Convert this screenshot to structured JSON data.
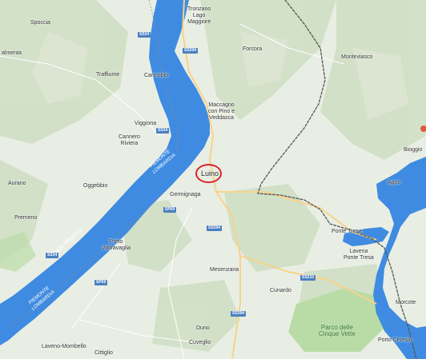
{
  "map": {
    "colors": {
      "land": "#e9eee4",
      "hills": "#cfdec4",
      "water": "#3f8be1",
      "park": "#b9dca7",
      "border": "#555555",
      "highlight": "#d9262a",
      "shield": "#4a7fc0"
    },
    "highlighted_place": "Luino",
    "places": {
      "spoccia": "Spoccia",
      "tronzano": "Tronzano\nLago\nMaggiore",
      "forcora": "Forcora",
      "montevasco": "Monteviasco",
      "almenta": "almenta",
      "trarfiume": "Traffiume",
      "cannobio": "Cannobio",
      "maccagno": "Maccagno\ncon Pino e\nVeddasca",
      "viggiona": "Viggiona",
      "cannero": "Cannero\nRiviera",
      "bioggio": "Bioggio",
      "aurano": "Aurano",
      "oggebbio": "Oggebbio",
      "germignaga": "Germignaga",
      "agno": "Agno",
      "premeno": "Premeno",
      "ponte_tresa": "Ponte Tresa",
      "porto_valtravaglia": "Porto\nValtravaglia",
      "lavena_ponte_tresa": "Lavena\nPonte Tresa",
      "mesenzana": "Mesenzana",
      "cunardo": "Cunardo",
      "morcote": "Morcote",
      "duno": "Duno",
      "cuveglio": "Cuveglio",
      "porto_ceresio": "Porto Ceresio",
      "laveno_mombello": "Laveno-Mombello",
      "cittiglio": "Cittiglio"
    },
    "water_labels": {
      "lago_maggiore": "Lago Maggiore",
      "piemonte_lombardia": "PIEMONTE\nLOMBARDIA",
      "piemonte_lombardia_2": "PIEMONTE\nLOMBARDIA"
    },
    "park": "Parco delle\nCinque Vette",
    "roads": {
      "ss34_a": "SS34",
      "ss394_a": "SS394",
      "ss34_b": "SS34",
      "sp69_a": "SP69",
      "ss394_b": "SS394",
      "ss34_c": "SS34",
      "sp69_b": "SP69",
      "ss233": "SS233",
      "ss394_c": "SS394"
    }
  }
}
